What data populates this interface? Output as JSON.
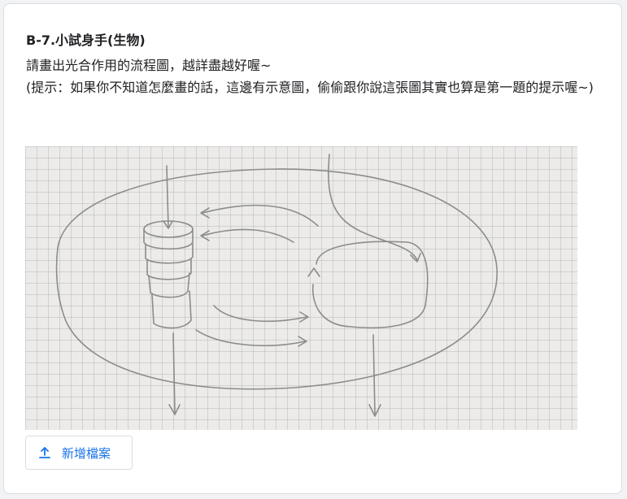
{
  "question": {
    "title": "B-7.小試身手(生物)",
    "line1": "請畫出光合作用的流程圖，越詳盡越好喔~",
    "line2": "(提示：如果你不知道怎麼畫的話，這邊有示意圖，偷偷跟你說這張圖其實也算是第一題的提示喔~)"
  },
  "sketch": {
    "icon": "hand-drawn-chloroplast-diagram"
  },
  "upload": {
    "label": "新增檔案",
    "icon": "upload-icon"
  },
  "colors": {
    "accent": "#1a73e8",
    "text": "#202124",
    "border": "#dadce0"
  }
}
